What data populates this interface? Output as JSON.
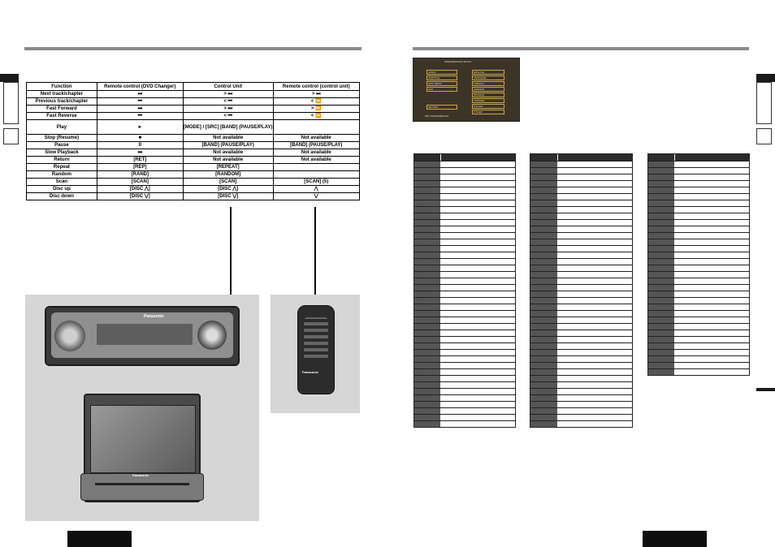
{
  "function_table": {
    "headers": [
      "Function",
      "Remote control (DVD Changer)",
      "Control Unit",
      "Remote control (control unit)"
    ],
    "rows": [
      [
        "Next track/chapter",
        "⏭",
        "> ⏭",
        "> ⏭"
      ],
      [
        "Previous track/chapter",
        "⏮",
        "< ⏮",
        "< ⏪"
      ],
      [
        "Fast Forward",
        "⏭",
        "> ⏭",
        "> ⏩"
      ],
      [
        "Fast Reverse",
        "⏮",
        "< ⏮",
        "< ⏪"
      ],
      [
        "Play",
        "►",
        "[MODE] / [SRC] [BAND] (PAUSE/PLAY)",
        ""
      ],
      [
        "Stop (Resume)",
        "■",
        "Not available",
        "Not available"
      ],
      [
        "Pause",
        "II",
        "[BAND] (PAUSE/PLAY)",
        "[BAND] (PAUSE/PLAY)"
      ],
      [
        "Slow Playback",
        "⏭",
        "Not available",
        "Not available"
      ],
      [
        "Return",
        "[RET]",
        "Not available",
        "Not available"
      ],
      [
        "Repeat",
        "[REP]",
        "[REPEAT]",
        ""
      ],
      [
        "Random",
        "[RAND]",
        "[RANDOM]",
        ""
      ],
      [
        "Scan",
        "[SCAN]",
        "[SCAN]",
        "[SCAN] (5)"
      ],
      [
        "Disc up",
        "[DISC ⋀]",
        "[DISC ⋀]",
        "⋀"
      ],
      [
        "Disc down",
        "[DISC ⋁]",
        "[DISC ⋁]",
        "⋁"
      ]
    ]
  },
  "preferences_screen": {
    "title": "PREFERENCES SETUP",
    "menu": [
      "AUDIO",
      "SUBTITLE",
      "DISC MENU",
      "DVD",
      "RETURN"
    ],
    "options": [
      "ENGLISH",
      "JAPANESE",
      "FRENCH",
      "GERMAN",
      "SPANISH",
      "CHINESE",
      "ITALIAN",
      "OTHER"
    ],
    "footer": "SET PREFERENCES"
  },
  "devices": {
    "control_unit_brand": "Panasonic",
    "monitor_brand": "Panasonic",
    "remote_brand": "Panasonic"
  },
  "code_tables": {
    "table1_rows": 41,
    "table2_rows": 41,
    "table3_rows": 33
  },
  "colors": {
    "rule": "#8a8a8a",
    "dark": "#1a1a1a",
    "panel": "#d6d6d6",
    "code_header": "#2b2b2b"
  }
}
